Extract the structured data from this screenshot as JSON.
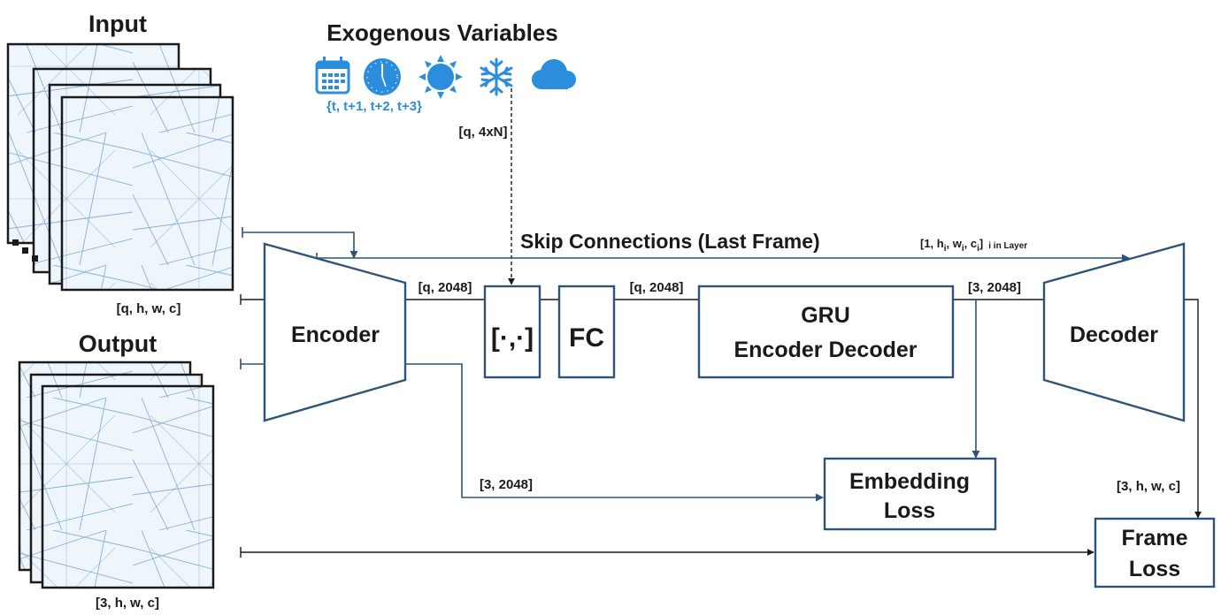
{
  "labels": {
    "input": "Input",
    "output": "Output",
    "exogenous": "Exogenous Variables",
    "time_steps": "{t, t+1, t+2, t+3}",
    "exo_shape": "[q, 4xN]",
    "skip_title": "Skip Connections (Last Frame)",
    "skip_shape_open": "[1, h",
    "skip_sub_i": "i",
    "skip_w": ", w",
    "skip_c": ", c",
    "skip_close": "]",
    "skip_layer": "i in Layer",
    "encoder": "Encoder",
    "concat": "[·,·]",
    "fc": "FC",
    "gru_line1": "GRU",
    "gru_line2": "Encoder Decoder",
    "decoder": "Decoder",
    "embedding_line1": "Embedding",
    "embedding_line2": "Loss",
    "frame_line1": "Frame",
    "frame_line2": "Loss",
    "shape_enc_out": "[q, 2048]",
    "shape_fc_out": "[q, 2048]",
    "shape_gru_out": "[3, 2048]",
    "shape_input": "[q, h, w, c]",
    "shape_output": "[3, h, w, c]",
    "shape_out_emb": "[3, 2048]",
    "shape_dec_out": "[3, h, w, c]"
  },
  "icons": [
    "calendar-icon",
    "clock-icon",
    "sun-icon",
    "snowflake-icon",
    "cloud-icon"
  ],
  "colors": {
    "accent": "#2d5379",
    "icon_blue": "#2b8ddb",
    "text": "#1a1a1a",
    "map_bg": "#eef5fb",
    "map_road": "#3b78b5"
  }
}
